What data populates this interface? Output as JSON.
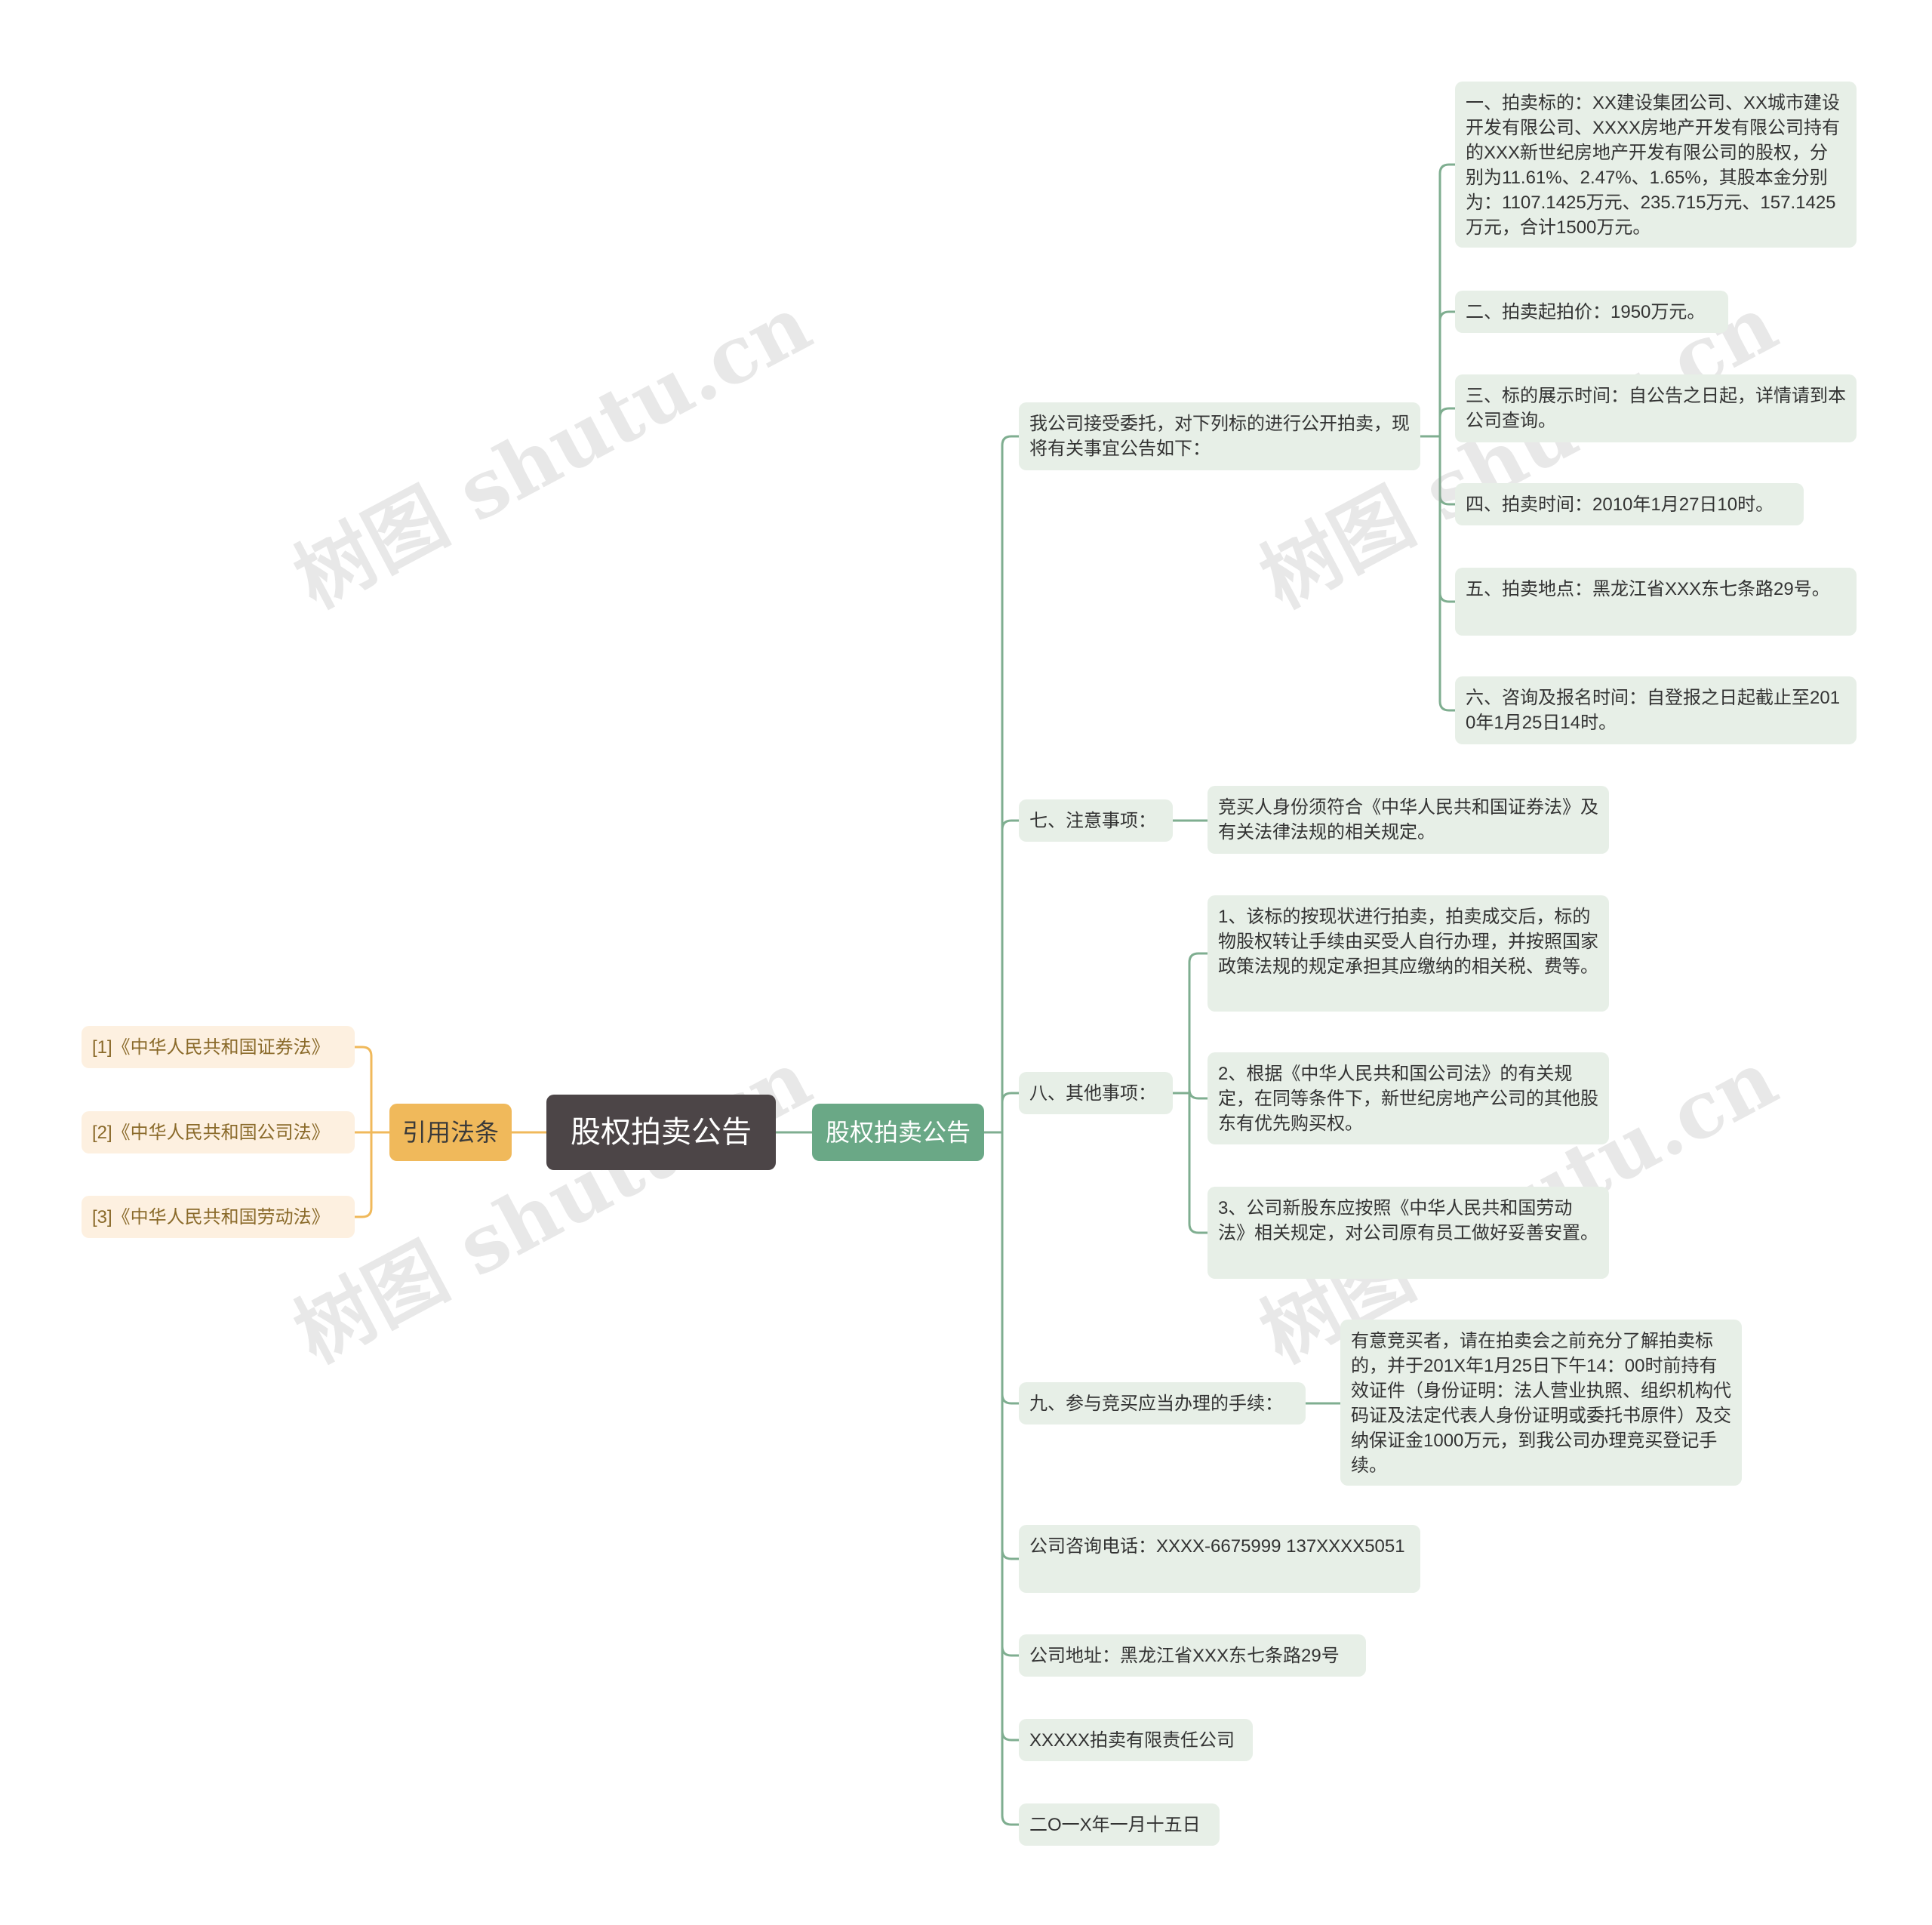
{
  "root": "股权拍卖公告",
  "right_main": "股权拍卖公告",
  "left_main": "引用法条",
  "laws": [
    "[1]《中华人民共和国证券法》",
    "[2]《中华人民共和国公司法》",
    "[3]《中华人民共和国劳动法》"
  ],
  "branches": {
    "b1": "我公司接受委托，对下列标的进行公开拍卖，现将有关事宜公告如下：",
    "b1_items": [
      "一、拍卖标的：XX建设集团公司、XX城市建设开发有限公司、XXXX房地产开发有限公司持有的XXX新世纪房地产开发有限公司的股权，分别为11.61%、2.47%、1.65%，其股本金分别为：1107.1425万元、235.715万元、157.1425万元，合计1500万元。",
      "二、拍卖起拍价：1950万元。",
      "三、标的展示时间：自公告之日起，详情请到本公司查询。",
      "四、拍卖时间：2010年1月27日10时。",
      "五、拍卖地点：黑龙江省XXX东七条路29号。",
      "六、咨询及报名时间：自登报之日起截止至2010年1月25日14时。"
    ],
    "b2": "七、注意事项：",
    "b2_items": [
      "竞买人身份须符合《中华人民共和国证券法》及有关法律法规的相关规定。"
    ],
    "b3": "八、其他事项：",
    "b3_items": [
      "1、该标的按现状进行拍卖，拍卖成交后，标的物股权转让手续由买受人自行办理，并按照国家政策法规的规定承担其应缴纳的相关税、费等。",
      "2、根据《中华人民共和国公司法》的有关规定，在同等条件下，新世纪房地产公司的其他股东有优先购买权。",
      "3、公司新股东应按照《中华人民共和国劳动法》相关规定，对公司原有员工做好妥善安置。"
    ],
    "b4": "九、参与竞买应当办理的手续：",
    "b4_items": [
      "有意竞买者，请在拍卖会之前充分了解拍卖标的，并于201X年1月25日下午14：00时前持有效证件（身份证明：法人营业执照、组织机构代码证及法定代表人身份证明或委托书原件）及交纳保证金1000万元，到我公司办理竞买登记手续。"
    ],
    "b5": "公司咨询电话：XXXX-6675999 137XXXX5051",
    "b6": "公司地址：黑龙江省XXX东七条路29号",
    "b7": "XXXXX拍卖有限责任公司",
    "b8": "二O一X年一月十五日"
  },
  "watermark": "树图 shutu.cn",
  "colors": {
    "root": "#4c4547",
    "right_main": "#6aa886",
    "left_main": "#f0b95b",
    "right_line": "#7fae90",
    "left_line": "#f0b95b",
    "node_green": "#e7efe7",
    "node_orange": "#fdf0e0"
  }
}
